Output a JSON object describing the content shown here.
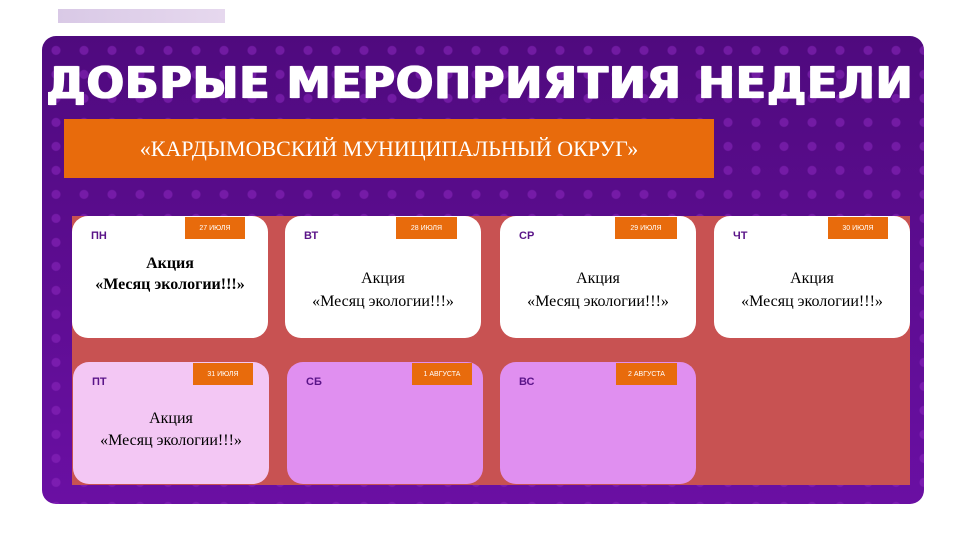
{
  "title": "ДОБРЫЕ МЕРОПРИЯТИЯ НЕДЕЛИ",
  "banner": "«КАРДЫМОВСКИЙ МУНИЦИПАЛЬНЫЙ ОКРУГ»",
  "days": [
    {
      "day": "ПН",
      "date": "27 ИЮЛЯ",
      "line1": "Акция",
      "line2": "«Месяц экологии!!!»"
    },
    {
      "day": "ВТ",
      "date": "28 ИЮЛЯ",
      "line1": "Акция",
      "line2": "«Месяц экологии!!!»"
    },
    {
      "day": "СР",
      "date": "29 ИЮЛЯ",
      "line1": "Акция",
      "line2": "«Месяц экологии!!!»"
    },
    {
      "day": "ЧТ",
      "date": "30 ИЮЛЯ",
      "line1": "Акция",
      "line2": "«Месяц экологии!!!»"
    },
    {
      "day": "ПТ",
      "date": "31 ИЮЛЯ",
      "line1": "Акция",
      "line2": "«Месяц экологии!!!»"
    },
    {
      "day": "СБ",
      "date": "1 АВГУСТА"
    },
    {
      "day": "ВС",
      "date": "2 АВГУСТА"
    }
  ],
  "colors": {
    "panel": "#5e0a8f",
    "accent": "#e86b0c",
    "board": "#c85252"
  }
}
